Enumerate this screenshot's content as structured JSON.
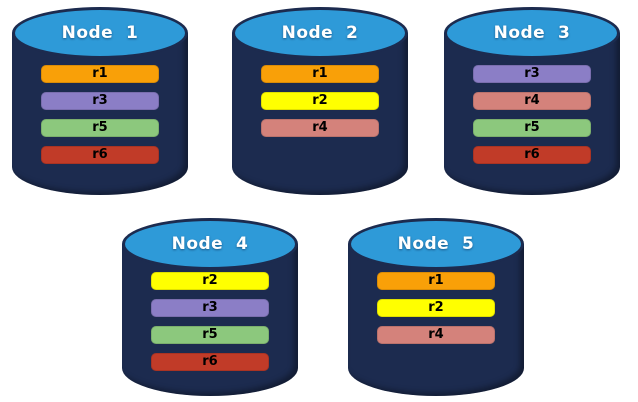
{
  "canvas": {
    "background": "#FFFFFF"
  },
  "cylinder_colors": {
    "body": "#1C2B4F",
    "top": "#2E9AD8",
    "outline": "#1C2B4F"
  },
  "replica_colors": {
    "r1": "#F9A008",
    "r2": "#FFFF00",
    "r3": "#8B7EC6",
    "r4": "#D4827B",
    "r5": "#8CC87D",
    "r6": "#C13B28"
  },
  "nodes": [
    {
      "label": "Node  1",
      "replicas": [
        {
          "label": "r1",
          "color": "#F9A008"
        },
        {
          "label": "r3",
          "color": "#8B7EC6"
        },
        {
          "label": "r5",
          "color": "#8CC87D"
        },
        {
          "label": "r6",
          "color": "#C13B28"
        }
      ]
    },
    {
      "label": "Node  2",
      "replicas": [
        {
          "label": "r1",
          "color": "#F9A008"
        },
        {
          "label": "r2",
          "color": "#FFFF00"
        },
        {
          "label": "r4",
          "color": "#D4827B"
        }
      ]
    },
    {
      "label": "Node  3",
      "replicas": [
        {
          "label": "r3",
          "color": "#8B7EC6"
        },
        {
          "label": "r4",
          "color": "#D4827B"
        },
        {
          "label": "r5",
          "color": "#8CC87D"
        },
        {
          "label": "r6",
          "color": "#C13B28"
        }
      ]
    },
    {
      "label": "Node  4",
      "replicas": [
        {
          "label": "r2",
          "color": "#FFFF00"
        },
        {
          "label": "r3",
          "color": "#8B7EC6"
        },
        {
          "label": "r5",
          "color": "#8CC87D"
        },
        {
          "label": "r6",
          "color": "#C13B28"
        }
      ]
    },
    {
      "label": "Node  5",
      "replicas": [
        {
          "label": "r1",
          "color": "#F9A008"
        },
        {
          "label": "r2",
          "color": "#FFFF00"
        },
        {
          "label": "r4",
          "color": "#D4827B"
        }
      ]
    }
  ]
}
